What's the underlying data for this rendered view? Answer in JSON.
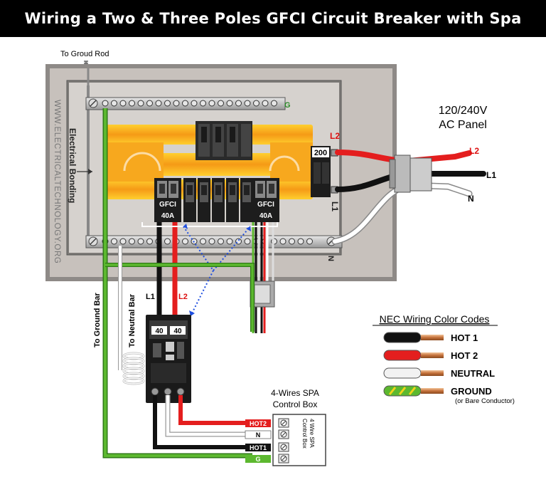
{
  "title": "Wiring a Two & Three Poles GFCI Circuit Breaker with Spa",
  "labels": {
    "ground_rod": "To Groud Rod",
    "website": "WWW.ELECTRICALTECHNOLOGY.ORG",
    "bonding": "Electrical Bonding",
    "ground_bar_mark": "G",
    "neutral_bar_mark": "N",
    "panel_title_line1": "120/240V",
    "panel_title_line2": "AC Panel",
    "main_breaker_rating": "200",
    "main_l2": "L2",
    "main_l1": "L1",
    "feed_l2": "L2",
    "feed_l1": "L1",
    "feed_n": "N",
    "gfci_left_label": "GFCI",
    "gfci_left_rating": "40A",
    "gfci_right_label": "GFCI",
    "gfci_right_rating": "40A",
    "branch_l1": "L1",
    "branch_l2": "L2",
    "to_ground_bar": "To Ground Bar",
    "to_neutral_bar": "To Neutral Bar",
    "spa_rating_left": "40",
    "spa_rating_right": "40",
    "spa_box_title_line1": "4-Wires SPA",
    "spa_box_title_line2": "Control Box",
    "spa_box_side_line1": "4 Wire SPA",
    "spa_box_side_line2": "Control Box",
    "term_hot2": "HOT2",
    "term_n": "N",
    "term_hot1": "HOT1",
    "term_g": "G"
  },
  "legend": {
    "title": "NEC Wiring  Color Codes",
    "items": [
      {
        "label": "HOT 1",
        "note": "",
        "color": "#111111"
      },
      {
        "label": "HOT 2",
        "note": "",
        "color": "#e41e1e"
      },
      {
        "label": "NEUTRAL",
        "note": "",
        "color": "#f2f2f2"
      },
      {
        "label": "GROUND",
        "note": "(or Bare Conductor)",
        "color": "#5cb82f"
      }
    ]
  },
  "colors": {
    "hot1": "#111111",
    "hot2": "#e41e1e",
    "neutral": "#ffffff",
    "ground": "#5cb82f",
    "panel": "#c8c2bd",
    "busbar": "#f7a21b"
  }
}
